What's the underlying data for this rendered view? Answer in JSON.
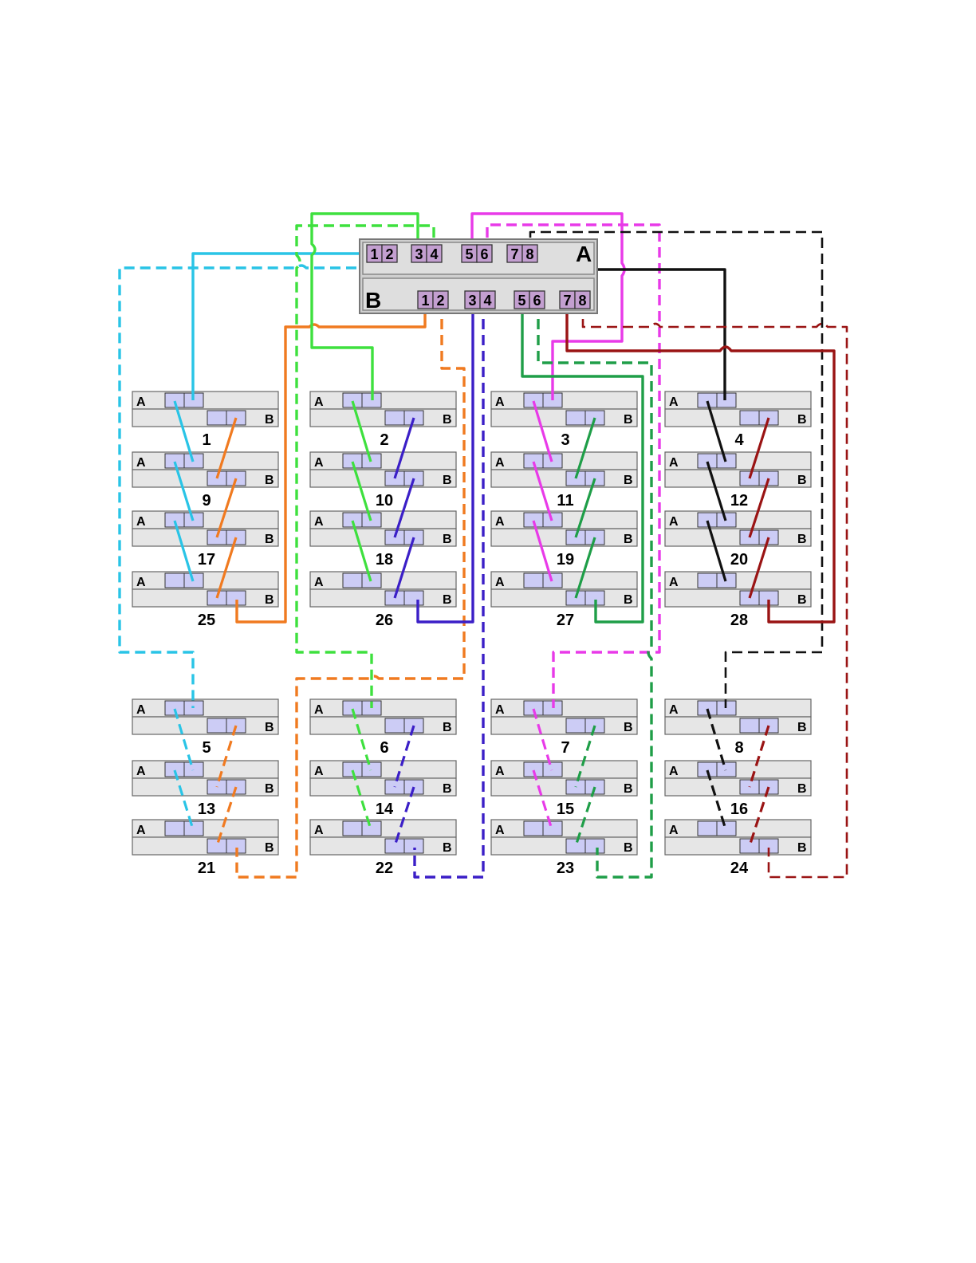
{
  "controller": {
    "a_label": "A",
    "b_label": "B",
    "a_ports": [
      "1",
      "2",
      "3",
      "4",
      "5",
      "6",
      "7",
      "8"
    ],
    "b_ports": [
      "1",
      "2",
      "3",
      "4",
      "5",
      "6",
      "7",
      "8"
    ]
  },
  "tray_side_a": "A",
  "tray_side_b": "B",
  "groups": [
    {
      "trays": [
        "1",
        "9",
        "17",
        "25"
      ]
    },
    {
      "trays": [
        "2",
        "10",
        "18",
        "26"
      ]
    },
    {
      "trays": [
        "3",
        "11",
        "19",
        "27"
      ]
    },
    {
      "trays": [
        "4",
        "12",
        "20",
        "28"
      ]
    },
    {
      "trays": [
        "5",
        "13",
        "21"
      ]
    },
    {
      "trays": [
        "6",
        "14",
        "22"
      ]
    },
    {
      "trays": [
        "7",
        "15",
        "23"
      ]
    },
    {
      "trays": [
        "8",
        "16",
        "24"
      ]
    }
  ],
  "colors": {
    "cyan": "#29c4e6",
    "orange": "#f07a20",
    "green": "#3ee03e",
    "blue": "#3b1fc7",
    "magenta": "#e83ae8",
    "darkgreen": "#1f9e48",
    "black": "#111111",
    "darkred": "#9a1414",
    "port_fill": "#c39fd0",
    "tray_port_fill": "#ccccf5",
    "tray_fill": "#e6e6e6",
    "ctrl_fill": "#dedede"
  }
}
